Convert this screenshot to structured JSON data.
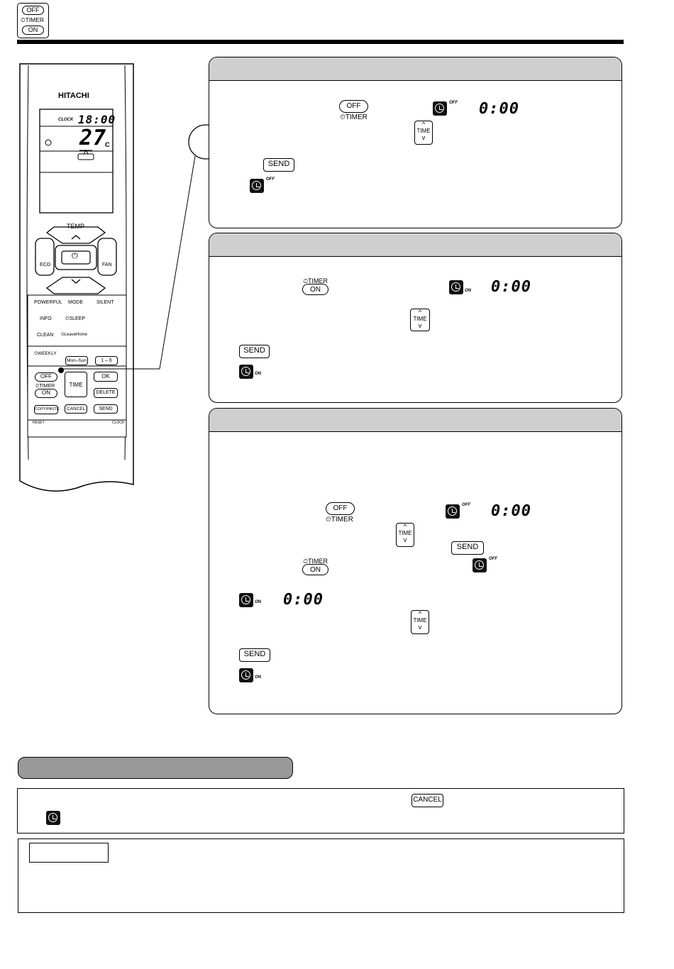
{
  "header_icon": {
    "off": "OFF",
    "timer": "⏲TIMER",
    "on": "ON"
  },
  "remote": {
    "brand": "HITACHI",
    "clock_label": "CLOCK",
    "clock_value": "18:00",
    "temp_value": "27",
    "temp_unit": "C",
    "temp_label": "TEMP",
    "eco_label": "ECO",
    "fan_label": "FAN",
    "power_symbol": "⏻",
    "buttons": {
      "powerful": "POWERFUL",
      "mode": "MODE",
      "silent": "SILENT",
      "info": "INFO",
      "sleep": "⏲SLEEP",
      "clean": "CLEAN",
      "leave_home": "⏲LeaveHome",
      "weekly": "⏲WEEKLY",
      "mon_sun": "Mon–Sun",
      "one_six": "1 – 6",
      "off": "OFF",
      "timer": "⏲TIMER",
      "on": "ON",
      "time": "TIME",
      "ok": "OK",
      "delete": "DELETE",
      "copy_paste": "COPY/PASTE",
      "cancel": "CANCEL",
      "send": "SEND",
      "reset": "RESET",
      "clock": "CLOCK"
    }
  },
  "panel1": {
    "off_label": "OFF",
    "timer_label": "⏲TIMER",
    "off_sup": "OFF",
    "display": "0:00",
    "time_label": "TIME",
    "send_label": "SEND"
  },
  "panel2": {
    "timer_label": "⏲TIMER",
    "on_label": "ON",
    "on_sup": "ON",
    "display": "0:00",
    "time_label": "TIME",
    "send_label": "SEND"
  },
  "panel3": {
    "off_label": "OFF",
    "timer_label": "⏲TIMER",
    "off_sup": "OFF",
    "display1": "0:00",
    "time_label": "TIME",
    "send_label": "SEND",
    "timer_label2": "⏲TIMER",
    "on_label": "ON",
    "on_sup": "ON",
    "display2": "0:00"
  },
  "cancel_box": {
    "cancel_label": "CANCEL"
  }
}
